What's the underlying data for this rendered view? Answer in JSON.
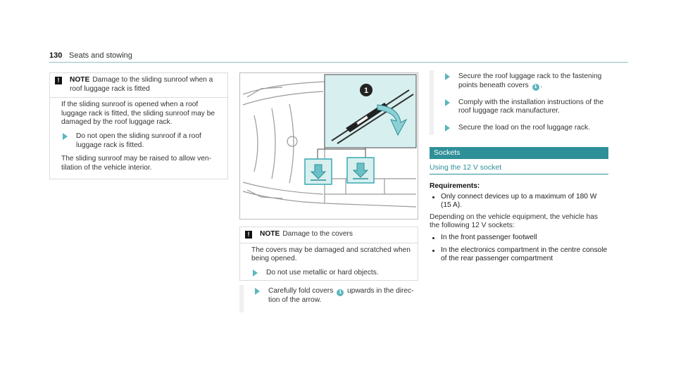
{
  "header": {
    "page_number": "130",
    "section": "Seats and stowing"
  },
  "left_note": {
    "signal_word": "NOTE",
    "title": "Damage to the sliding sunroof when a roof luggage rack is fitted",
    "para1": "If the sliding sunroof is opened when a roof luggage rack is fitted, the sliding sunroof may be damaged by the roof luggage rack.",
    "step1": "Do not open the sliding sunroof if a roof luggage rack is fitted.",
    "para2": "The sliding sunroof may be raised to allow ven-tilation of the vehicle interior."
  },
  "illustration": {
    "callout": "1"
  },
  "mid_note": {
    "signal_word": "NOTE",
    "title": "Damage to the covers",
    "para1": "The covers may be damaged and scratched when being opened.",
    "step1": "Do not use metallic or hard objects."
  },
  "mid_step": {
    "text_a": "Carefully fold covers",
    "callout": "1",
    "text_b": "upwards in the direc-tion of the arrow."
  },
  "right": {
    "step1_a": "Secure the roof luggage rack to the fastening points beneath covers",
    "step1_callout": "1",
    "step1_b": ".",
    "step2": "Comply with the installation instructions of the roof luggage rack manufacturer.",
    "step3": "Secure the load on the roof luggage rack.",
    "section_title": "Sockets",
    "subsection_title": "Using the 12 V socket",
    "requirements_label": "Requirements:",
    "requirement1": "Only connect devices up to a maximum of 180 W (15 A).",
    "para": "Depending on the vehicle equipment, the vehicle has the following 12 V sockets:",
    "bullets": [
      "In the front passenger footwell",
      "In the electronics compartment in the centre console of the rear passenger compartment"
    ]
  },
  "colors": {
    "accent": "#2e8f98",
    "arrow": "#5cb6be",
    "panel": "#d7efef"
  },
  "icons": {
    "warning": "warning-icon",
    "step": "step-arrow-icon",
    "bullet": "bullet-dot-icon"
  }
}
